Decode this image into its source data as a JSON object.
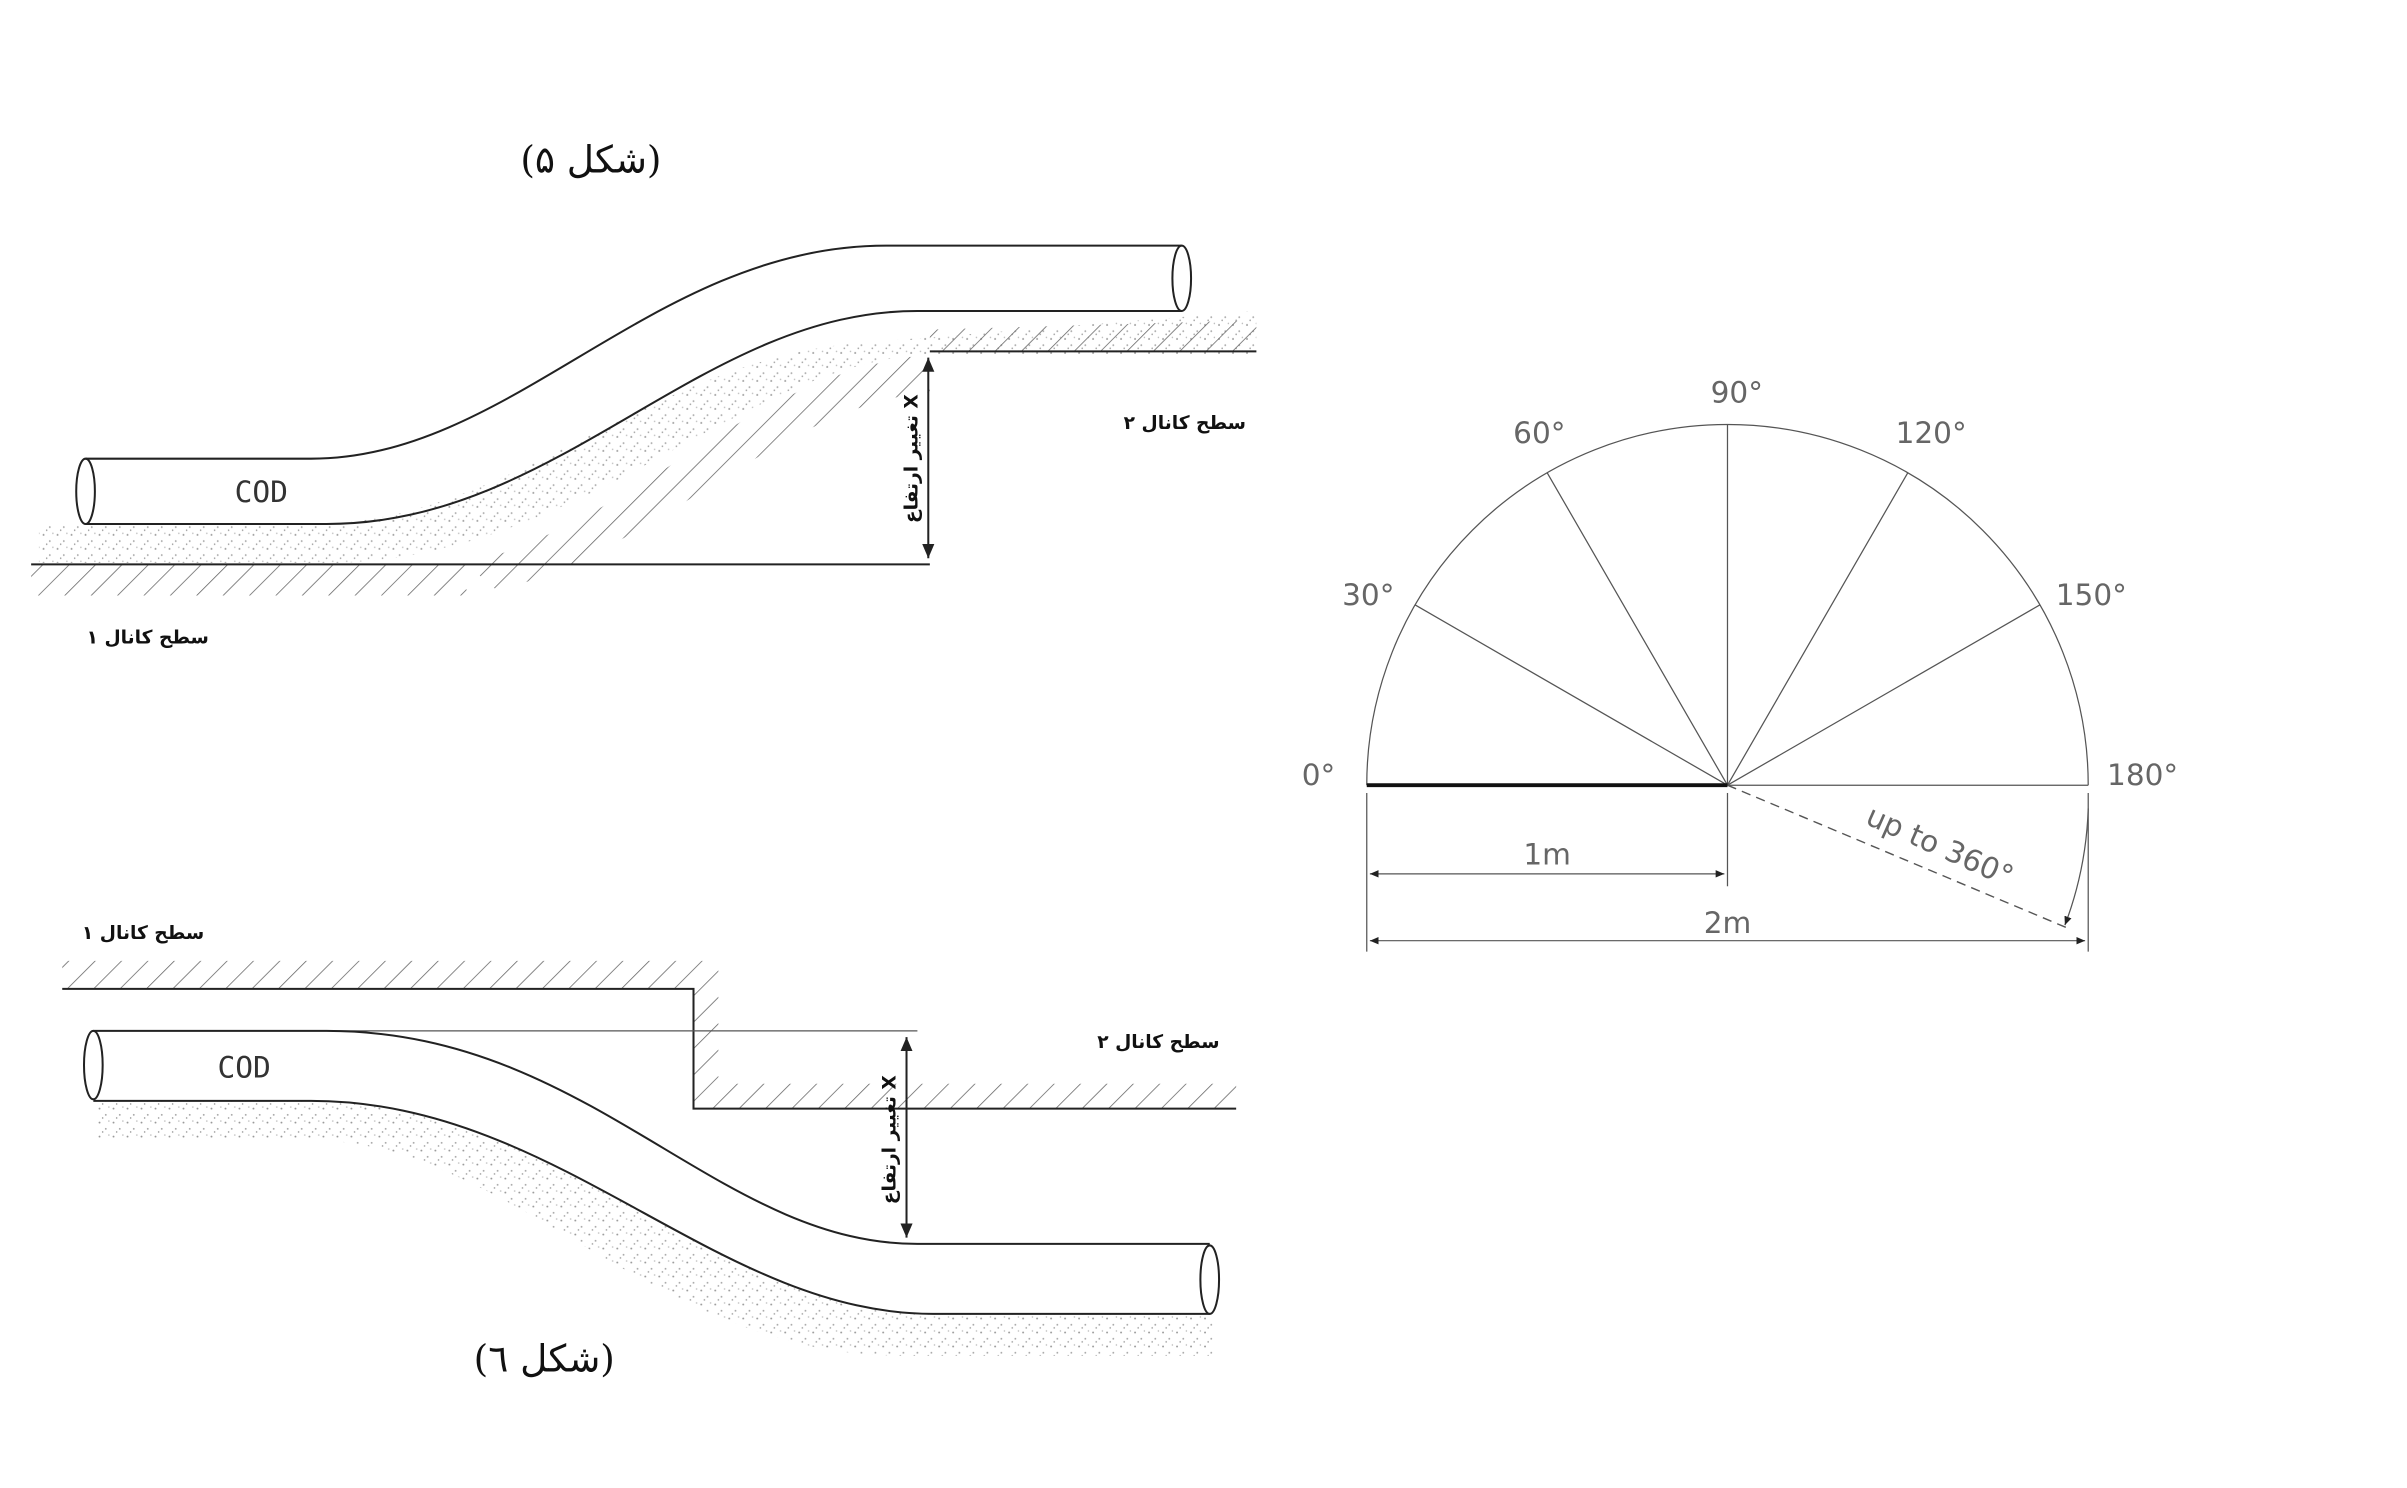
{
  "figure5": {
    "title": "(شکل ۵)",
    "pipe_label": "COD",
    "upper_surface_label": "سطح کانال ۲",
    "lower_surface_label": "سطح کانال ۱",
    "height_change_label": "تغییر ارتفاع X"
  },
  "figure6": {
    "title": "(شکل ٦)",
    "pipe_label": "COD",
    "upper_surface_label": "سطح کانال ۱",
    "lower_surface_label": "سطح کانال ۲",
    "height_change_label": "تغییر ارتفاع X"
  },
  "protractor": {
    "angles": [
      "0°",
      "30°",
      "60°",
      "90°",
      "120°",
      "150°",
      "180°"
    ],
    "extension_label": "up to 360°",
    "radius_label": "1m",
    "diameter_label": "2m"
  }
}
